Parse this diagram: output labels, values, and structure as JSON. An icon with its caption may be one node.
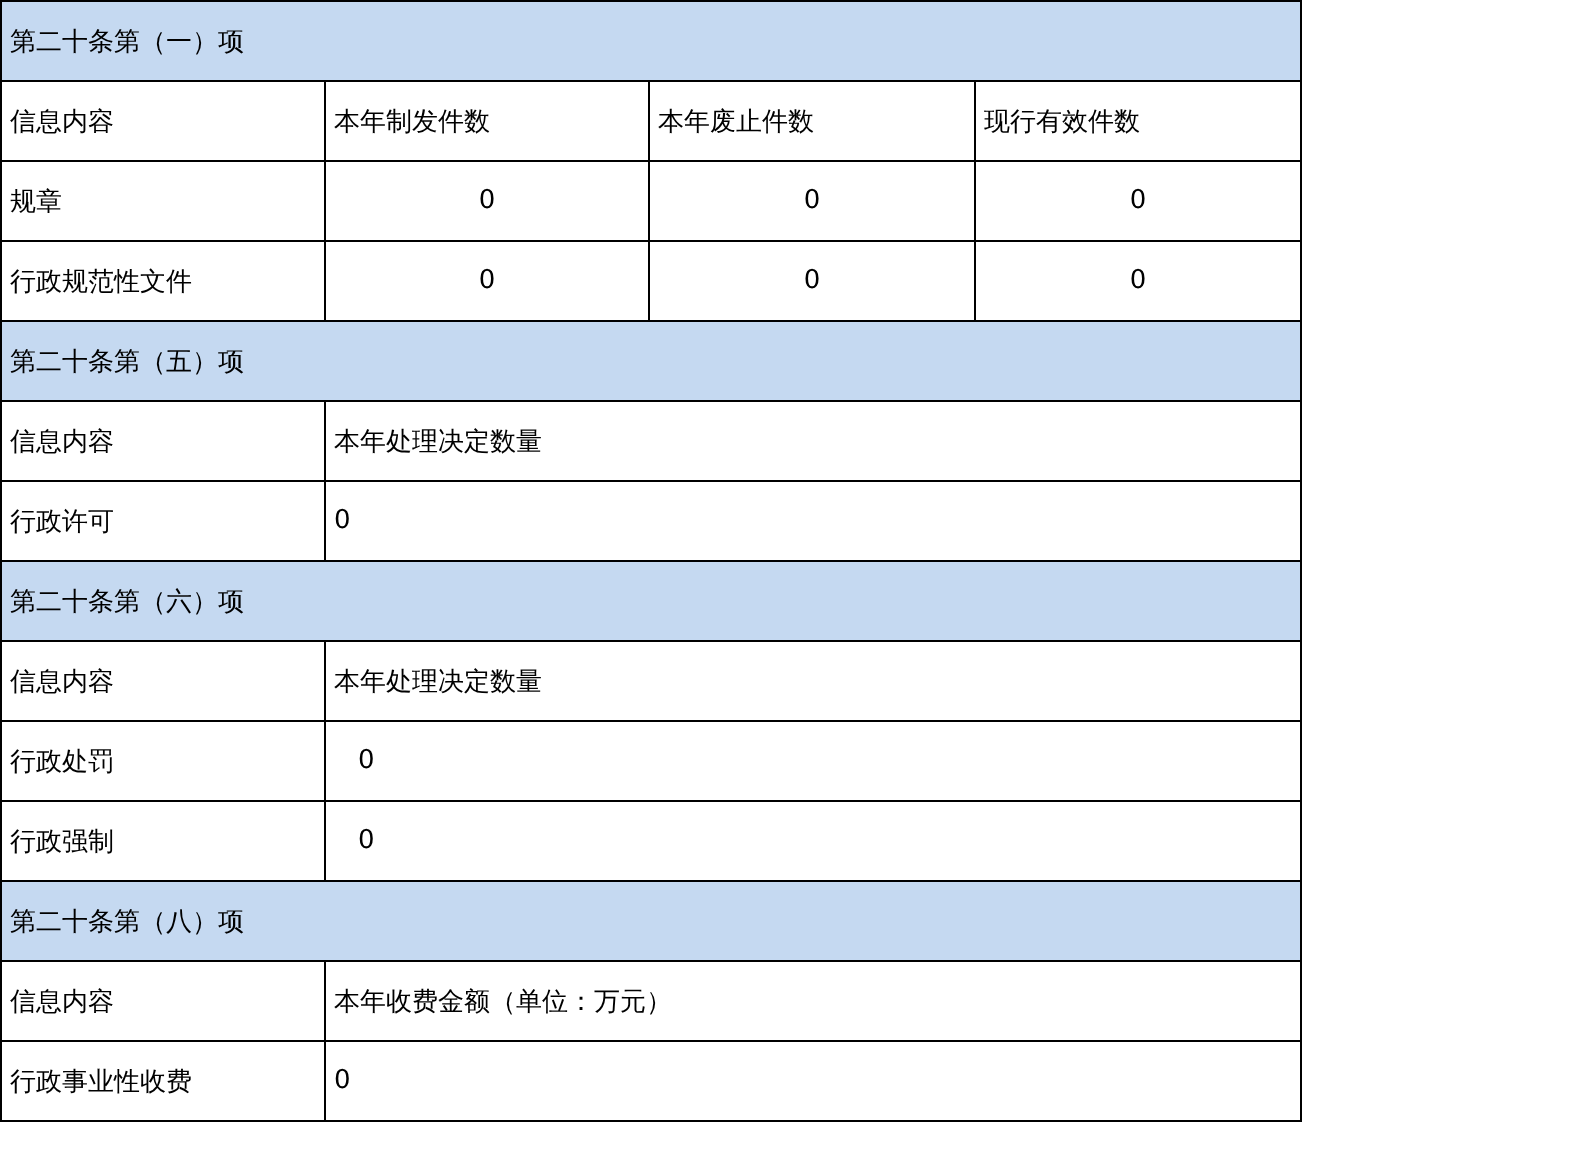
{
  "diagram": {
    "labels": [
      "第二十条第（一）项",
      "信息内容",
      "本年制发件数",
      "本年废止件数",
      "现行有效件数",
      "规章",
      "0",
      "0",
      "0",
      "行政规范性文件",
      "0",
      "0",
      "0",
      "第二十条第（五）项",
      "信息内容",
      "本年处理决定数量",
      "行政许可",
      "0",
      "第二十条第（六）项",
      "信息内容",
      "本年处理决定数量",
      "行政处罚",
      "0",
      "行政强制",
      "0",
      "第二十条第（八）项",
      "信息内容",
      "本年收费金额（单位：万元）",
      "行政事业性收费",
      "0"
    ]
  }
}
